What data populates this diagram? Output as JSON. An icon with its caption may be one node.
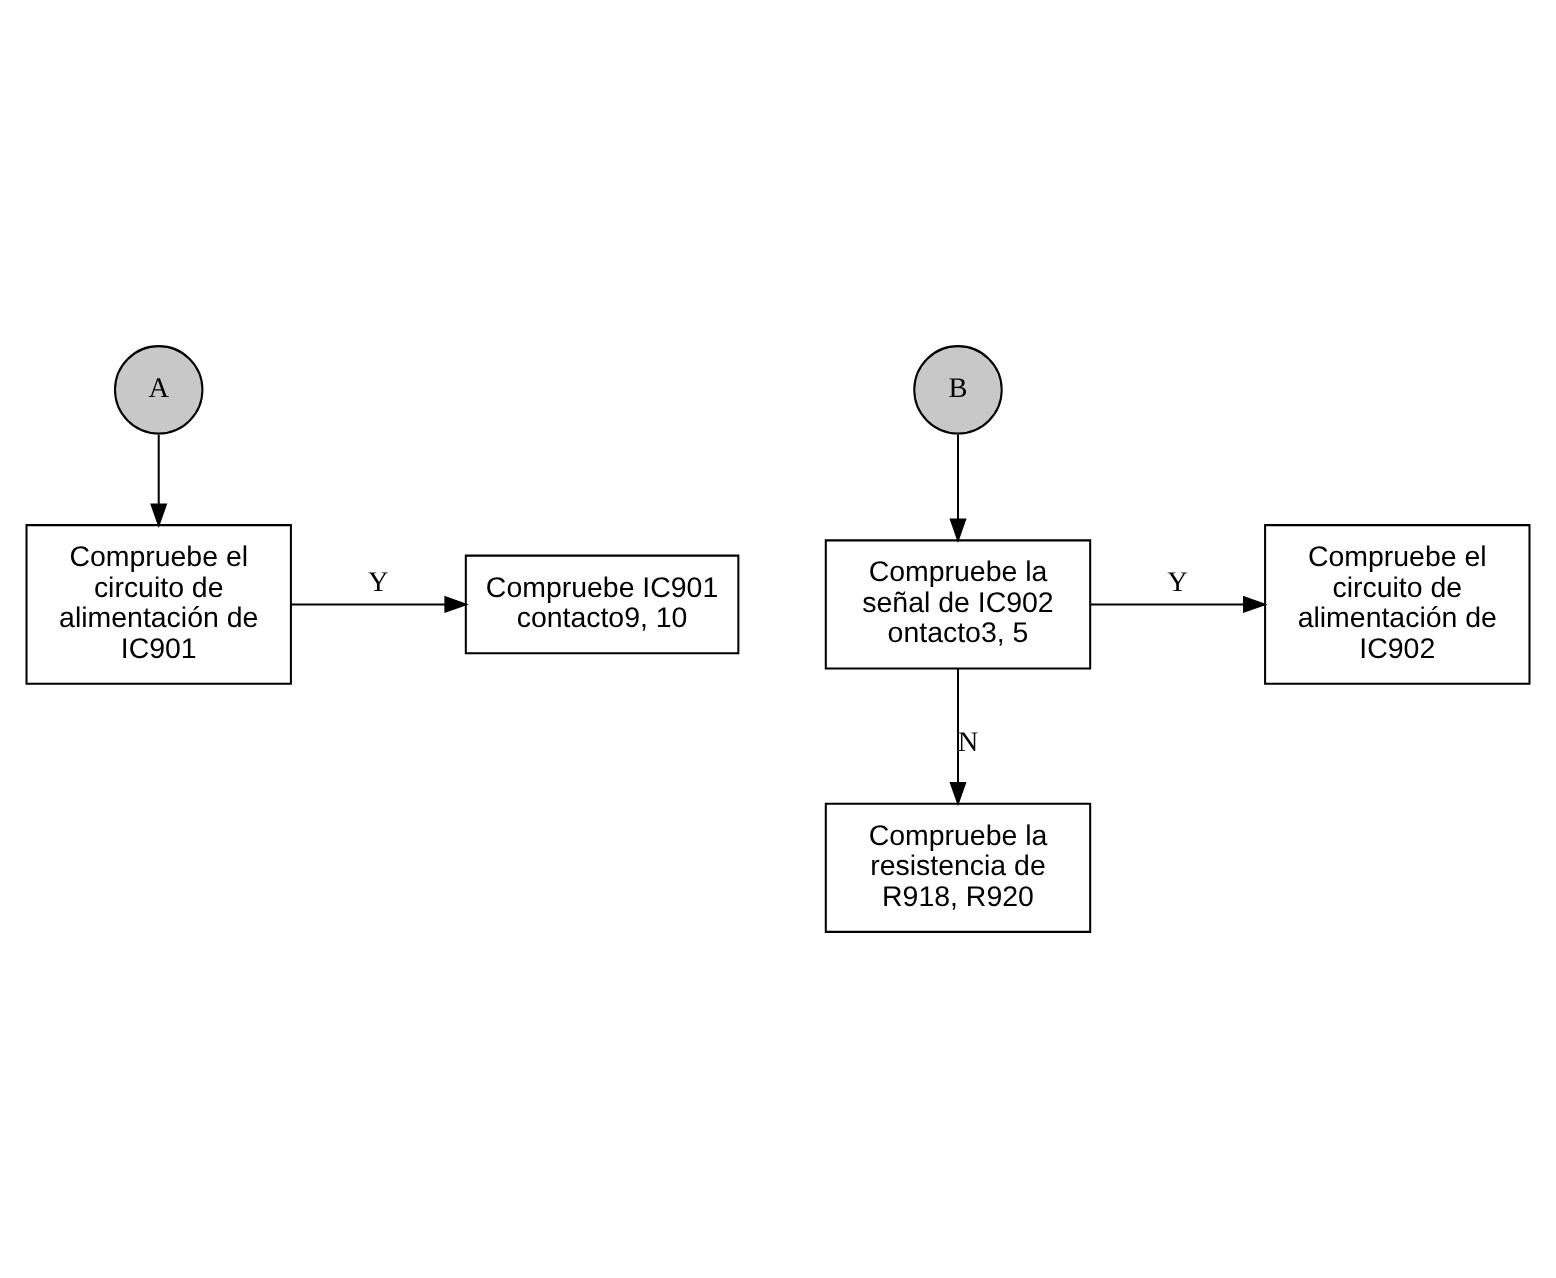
{
  "diagram": {
    "nodes": [
      {
        "text": [
          "A"
        ]
      },
      {
        "text": [
          "B"
        ]
      },
      {
        "text": [
          "Compruebe la señal de IC902 ontacto3, 5"
        ]
      },
      {
        "text": [
          "Compruebe el circuito de alimentación de IC902"
        ]
      },
      {
        "text": [
          "Compruebe la resistencia de R918, R920"
        ]
      },
      {
        "text": [
          "Compruebe el circuito de alimentación de IC901"
        ]
      },
      {
        "text": [
          "Compruebe IC901 contacto9, 10"
        ]
      }
    ],
    "edges": [
      {
        "from": 1,
        "to": 2,
        "arrow": "to"
      },
      {
        "from": 2,
        "to": 3,
        "arrow": "to",
        "label": "Y"
      },
      {
        "from": 2,
        "to": 4,
        "arrow": "to",
        "label": "N"
      },
      {
        "from": 0,
        "to": 5,
        "arrow": "to"
      },
      {
        "from": 5,
        "to": 6,
        "arrow": "to",
        "label": "Y"
      }
    ]
  }
}
